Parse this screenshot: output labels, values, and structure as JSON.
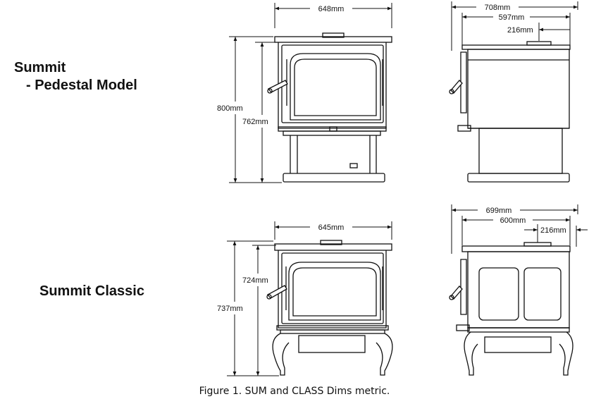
{
  "models": [
    {
      "name": "Summit",
      "subtitle": "- Pedestal Model"
    },
    {
      "name": "Summit Classic"
    }
  ],
  "dimensions": {
    "pedestal_front": {
      "width": "648mm",
      "overall_height": "800mm",
      "body_height": "762mm"
    },
    "pedestal_side": {
      "depth": "708mm",
      "body_depth": "597mm",
      "flue_offset": "216mm"
    },
    "classic_front": {
      "width": "645mm",
      "body_height": "724mm",
      "overall_height": "737mm"
    },
    "classic_side": {
      "depth": "699mm",
      "body_depth": "600mm",
      "flue_offset": "216mm"
    }
  },
  "caption": "Figure 1.  SUM and CLASS Dims metric."
}
